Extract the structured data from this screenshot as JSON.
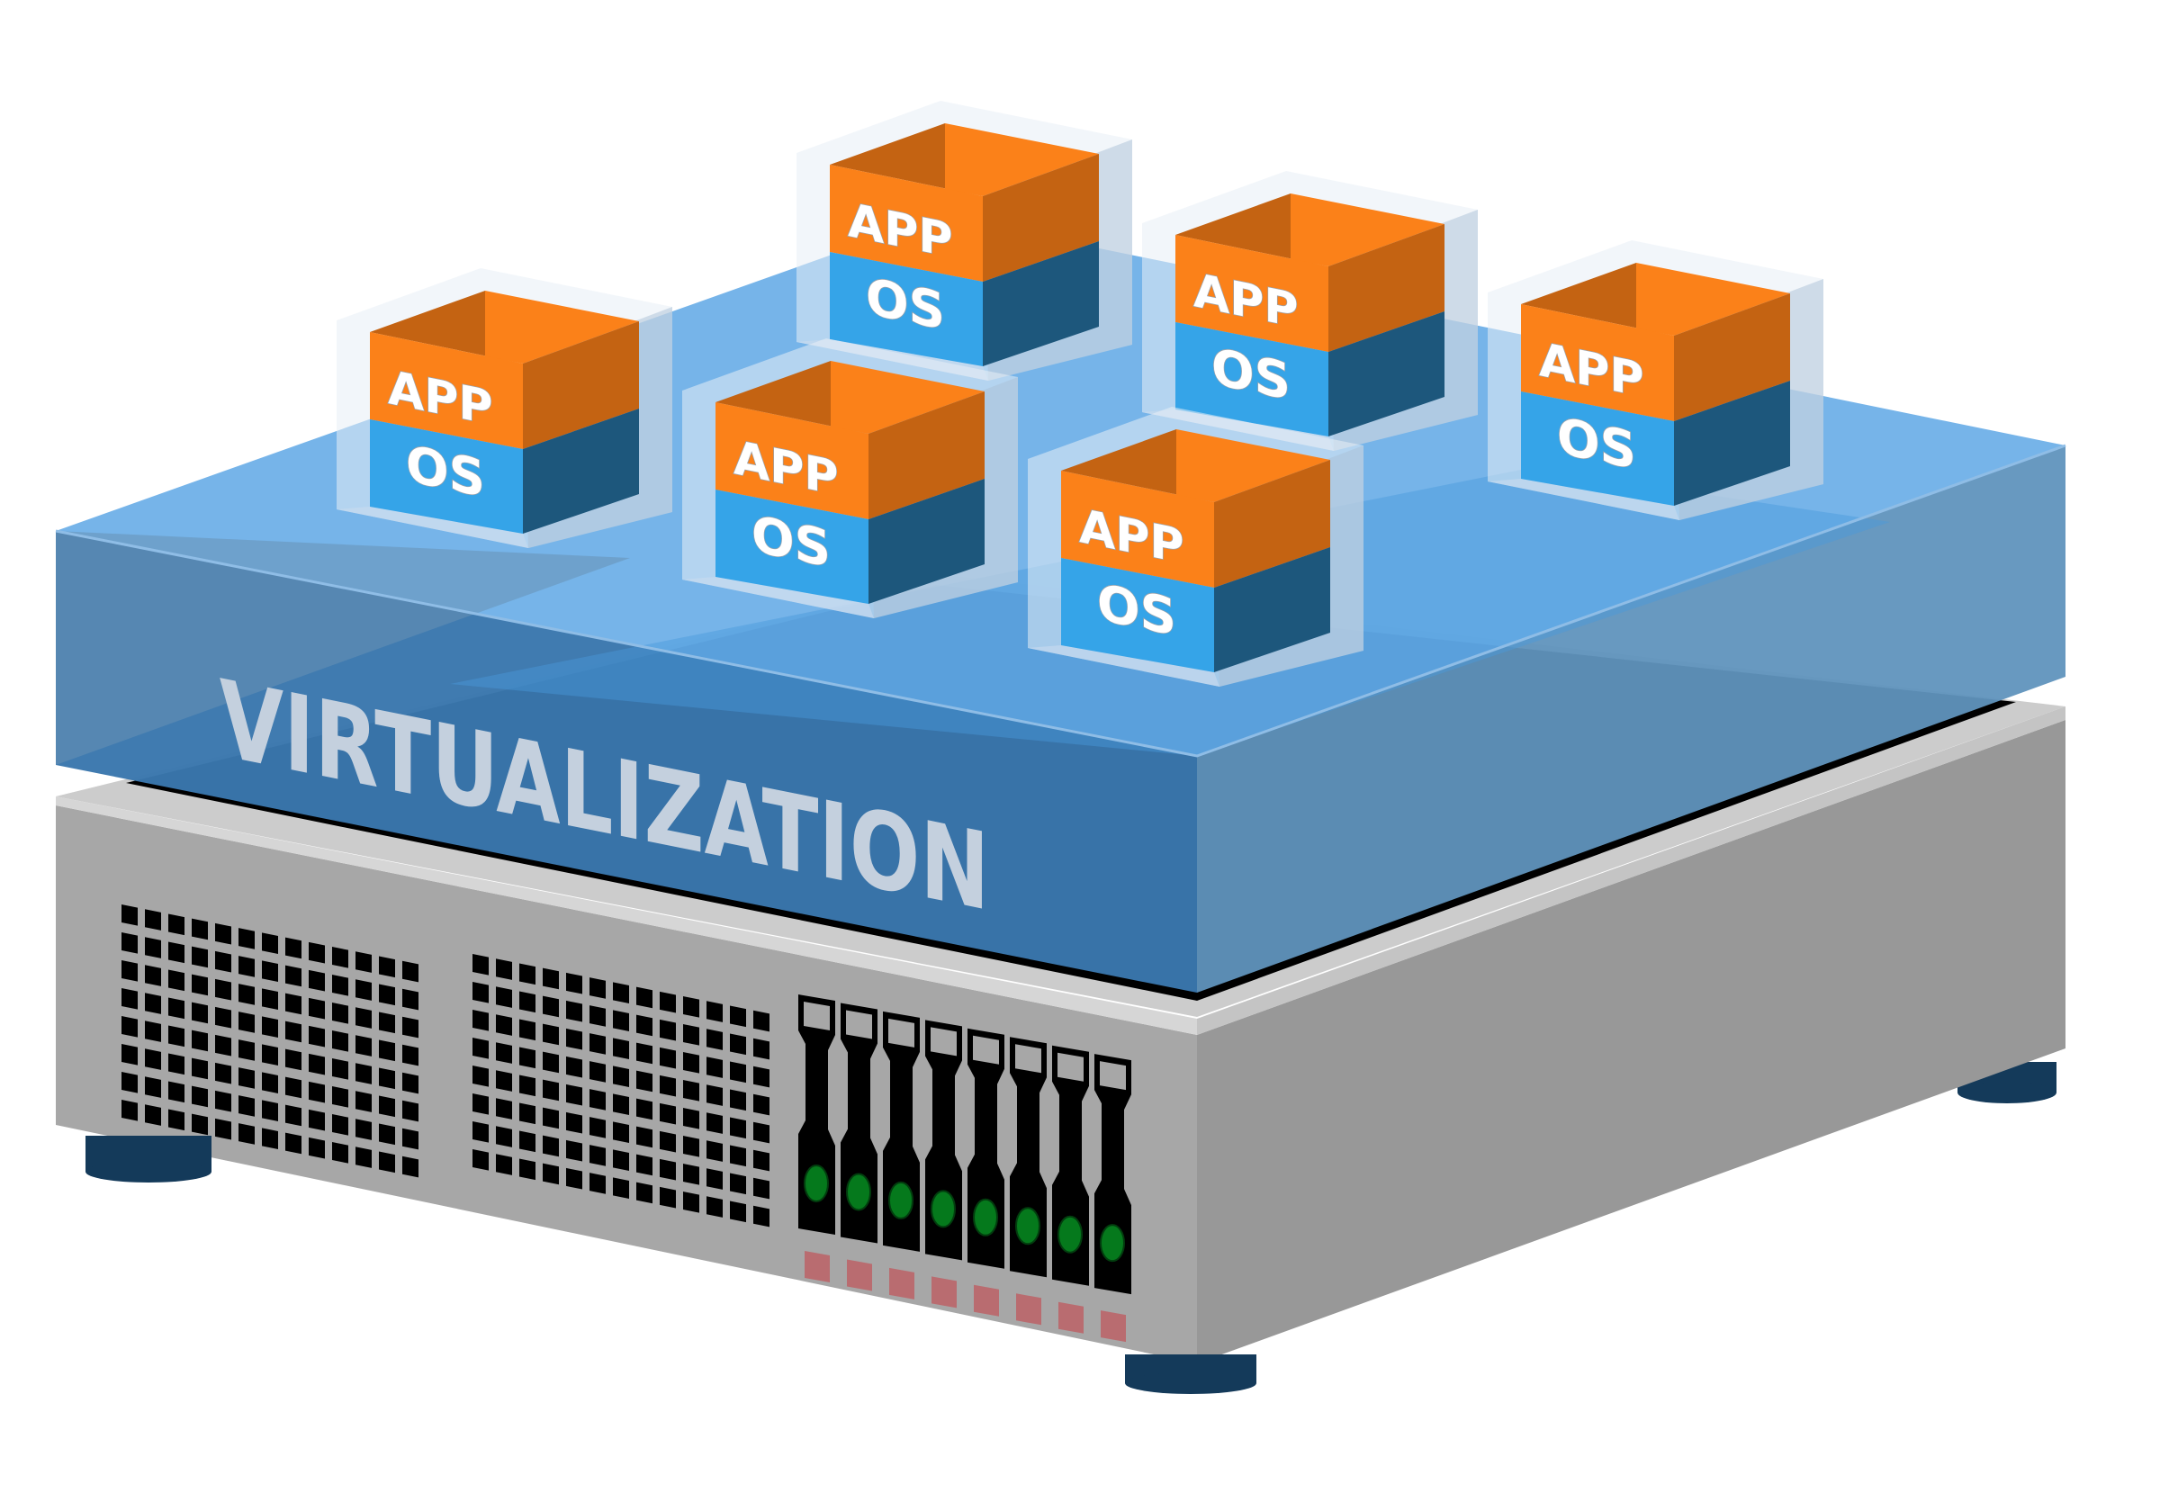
{
  "diagram": {
    "title": "VIRTUALIZATION",
    "layer_label": "VIRTUALIZATION",
    "virtual_machines": [
      {
        "id": "vm-1",
        "app_label": "APP",
        "os_label": "OS"
      },
      {
        "id": "vm-2",
        "app_label": "APP",
        "os_label": "OS"
      },
      {
        "id": "vm-3",
        "app_label": "APP",
        "os_label": "OS"
      },
      {
        "id": "vm-4",
        "app_label": "APP",
        "os_label": "OS"
      },
      {
        "id": "vm-5",
        "app_label": "APP",
        "os_label": "OS"
      },
      {
        "id": "vm-6",
        "app_label": "APP",
        "os_label": "OS"
      }
    ],
    "server": {
      "vent_grilles": [
        {
          "name": "vent-grille-left",
          "columns": 13,
          "rows": 8
        },
        {
          "name": "vent-grille-right",
          "columns": 13,
          "rows": 8
        }
      ],
      "drive_bays": 8,
      "drive_status": "green",
      "indicator_leds": 8
    },
    "colors": {
      "app_layer": "#fb8119",
      "app_layer_side": "#c46312",
      "os_layer": "#35a4e8",
      "os_layer_side": "#1d577c",
      "virtualization_top": "#6fb0e8",
      "virtualization_front": "#3a77ad",
      "virtualization_side": "#6093bd",
      "label_text": "#c4d0de",
      "server_front": "#a7a7a7",
      "server_side": "#989898",
      "server_top": "#cccccc",
      "drive_led": "#05791c",
      "indicator": "#b96c70",
      "foot": "#143a5a"
    }
  }
}
